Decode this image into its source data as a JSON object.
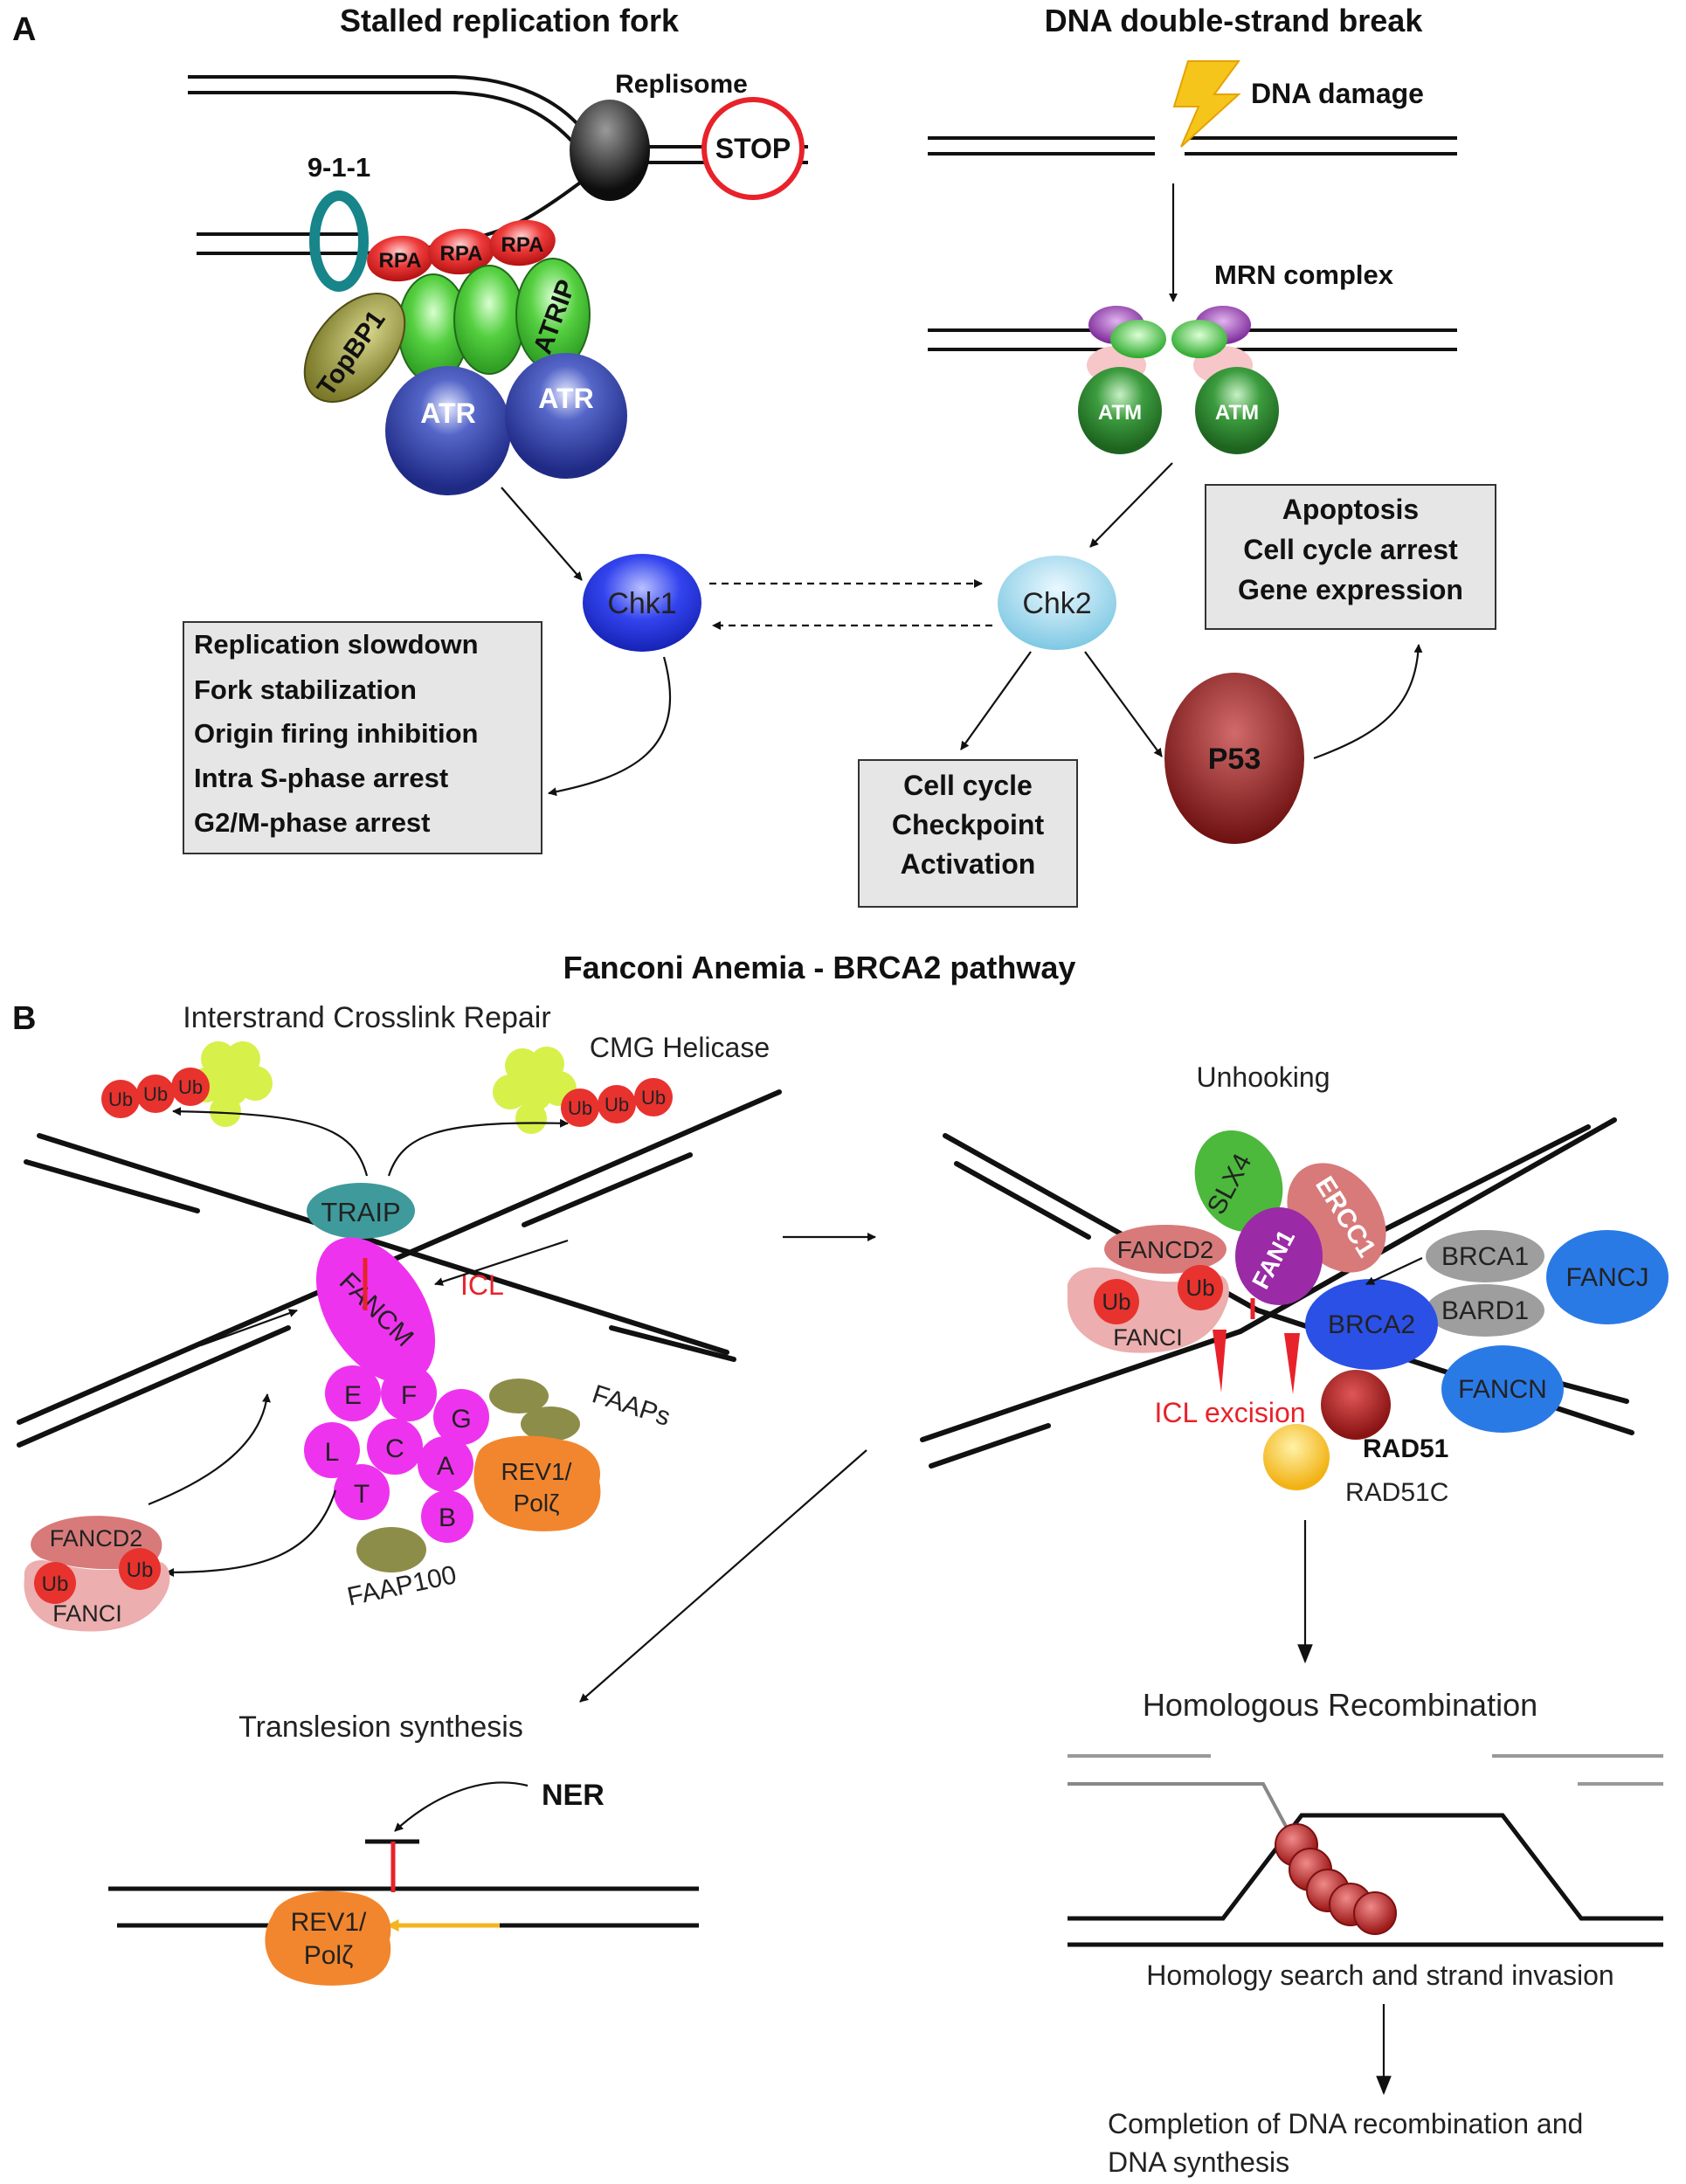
{
  "panels": {
    "a": {
      "letter": "A",
      "left_title": "Stalled replication fork",
      "right_title": "DNA double-strand break",
      "replisome": "Replisome",
      "stop": "STOP",
      "nine_one_one": "9-1-1",
      "rpa": "RPA",
      "topbp1": "TopBP1",
      "atrip": "ATRIP",
      "atr": "ATR",
      "dna_damage": "DNA damage",
      "mrn": "MRN complex",
      "atm": "ATM",
      "chk1": "Chk1",
      "chk2": "Chk2",
      "p53": "P53",
      "chk1_outcomes": [
        "Replication slowdown",
        "Fork stabilization",
        "Origin firing inhibition",
        "Intra S-phase arrest",
        "G2/M-phase arrest"
      ],
      "checkpoint_box": [
        "Cell cycle",
        "Checkpoint",
        "Activation"
      ],
      "p53_outcomes": [
        "Apoptosis",
        "Cell cycle arrest",
        "Gene expression"
      ]
    },
    "b": {
      "letter": "B",
      "title": "Fanconi Anemia - BRCA2 pathway",
      "icl_repair": "Interstrand Crosslink Repair",
      "cmg": "CMG Helicase",
      "ub": "Ub",
      "traip": "TRAIP",
      "icl": "ICL",
      "fancm": "FANCM",
      "core_letters": [
        "E",
        "F",
        "G",
        "L",
        "C",
        "A",
        "T",
        "B"
      ],
      "faaps": "FAAPs",
      "faap100": "FAAP100",
      "rev1_line1": "REV1/",
      "rev1_line2": "Polζ",
      "fancd2": "FANCD2",
      "fanci": "FANCI",
      "unhooking": "Unhooking",
      "slx4": "SLX4",
      "ercc1": "ERCC1",
      "fan1": "FAN1",
      "brca1": "BRCA1",
      "bard1": "BARD1",
      "fancj": "FANCJ",
      "brca2": "BRCA2",
      "fancn": "FANCN",
      "rad51": "RAD51",
      "rad51c": "RAD51C",
      "icl_excision": "ICL excision",
      "tls": "Translesion synthesis",
      "ner": "NER",
      "hr": "Homologous Recombination",
      "homology": "Homology search and strand invasion",
      "completion_1": "Completion of DNA recombination and",
      "completion_2": "DNA synthesis"
    }
  },
  "colors": {
    "rpa": "#e8222a",
    "atr": "#2b3a9e",
    "atrip": "#4ec83a",
    "topbp1": "#8c8a32",
    "nine_one_one": "#17858a",
    "chk1": "#2233e0",
    "chk2": "#8fd3ea",
    "p53": "#8b1a1a",
    "atm": "#2b8a2f",
    "mrn_purple": "#8e3aa8",
    "fancm": "#ee33ee",
    "traip": "#3f9a9c",
    "cmg": "#d7f04a",
    "fancd2": "#d87a7a",
    "brca2": "#2a50e6",
    "rev1": "#f2862e",
    "faap": "#8d8d4a",
    "icl": "#e8222a"
  }
}
